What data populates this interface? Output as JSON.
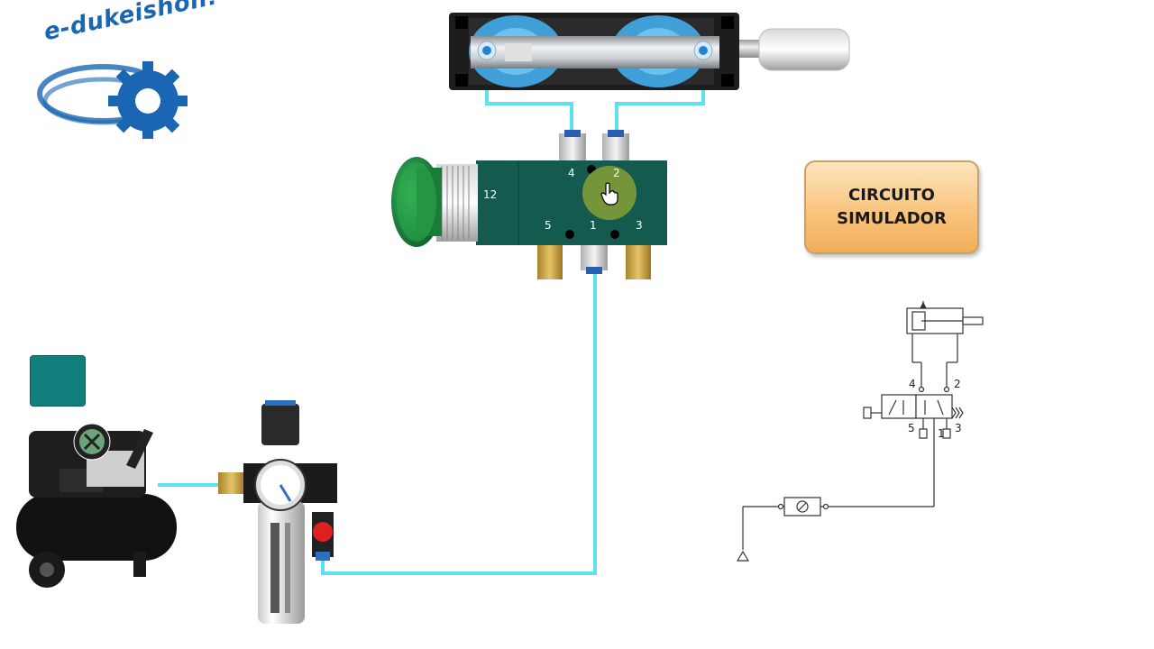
{
  "logo": {
    "text": "e-dukeishon!",
    "icon": "gear-icon"
  },
  "simulator_button": {
    "line1": "CIRCUITO",
    "line2": "SIMULADOR"
  },
  "valve": {
    "port_12": "12",
    "port_4": "4",
    "port_2": "2",
    "port_5": "5",
    "port_1": "1",
    "port_3": "3"
  },
  "schematic": {
    "port_4": "4",
    "port_2": "2",
    "port_5": "5",
    "port_1": "1",
    "port_3": "3"
  },
  "colors": {
    "air_line": "#5ce1f0",
    "valve_body": "#145a4e",
    "pushbutton": "#1b8a3a",
    "toggle": "#11807c",
    "button_fill": "#f9c57f"
  }
}
